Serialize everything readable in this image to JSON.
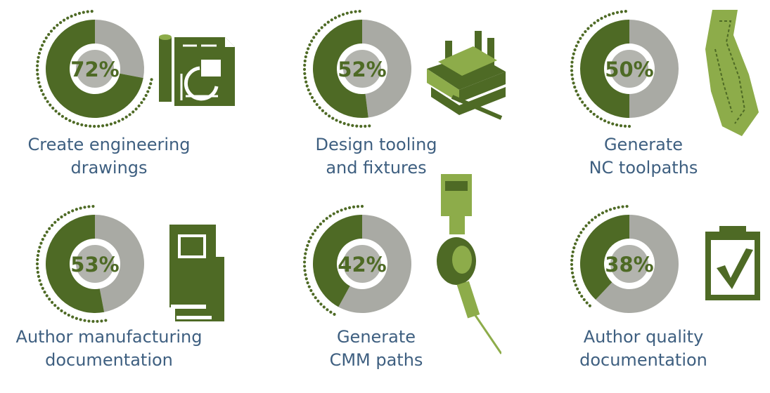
{
  "colors": {
    "fill": "#4e6a25",
    "rest": "#a9aaa4",
    "center": "#b3b4ae",
    "ring_gap": "#ffffff",
    "dots": "#4e6a25",
    "percent_text": "#4e6a25",
    "label_text": "#3e5f80",
    "icon": "#4e6a25",
    "icon_light": "#8dac4a"
  },
  "chart_data": {
    "type": "pie",
    "title": "",
    "items": [
      {
        "line1": "Create engineering",
        "line2": "drawings",
        "value": 72,
        "label": "72%",
        "icon": "drawings-icon"
      },
      {
        "line1": "Design tooling",
        "line2": "and fixtures",
        "value": 52,
        "label": "52%",
        "icon": "fixture-machine-icon"
      },
      {
        "line1": "Generate",
        "line2": "NC toolpaths",
        "value": 50,
        "label": "50%",
        "icon": "toolpath-part-icon"
      },
      {
        "line1": "Author manufacturing",
        "line2": "documentation",
        "value": 53,
        "label": "53%",
        "icon": "books-icon"
      },
      {
        "line1": "Generate",
        "line2": "CMM paths",
        "value": 42,
        "label": "42%",
        "icon": "cmm-probe-icon"
      },
      {
        "line1": "Author quality",
        "line2": "documentation",
        "value": 38,
        "label": "38%",
        "icon": "clipboard-check-icon"
      }
    ]
  }
}
